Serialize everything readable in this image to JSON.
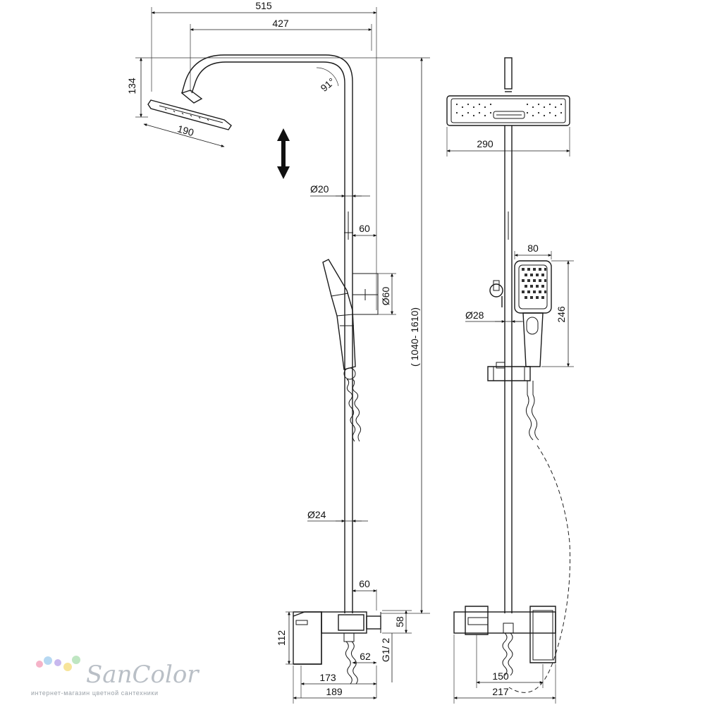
{
  "dimensions": {
    "side_total_width": "515",
    "arm_length": "427",
    "head_height": "134",
    "head_diameter": "190",
    "arm_angle": "91°",
    "pipe_diameter_top": "Ø20",
    "wall_offset_top": "60",
    "bracket_diameter": "Ø60",
    "height_range": "( 1040- 1610)",
    "pipe_diameter_bottom": "Ø24",
    "wall_offset_bottom": "60",
    "mixer_depth": "58",
    "mixer_height": "112",
    "spout_offset": "62",
    "thread": "G1/ 2",
    "mixer_depth_total": "173",
    "mixer_depth_outer": "189",
    "front_head_width": "290",
    "hand_shower_width": "80",
    "hand_shower_length": "246",
    "holder_diameter": "Ø28",
    "inlet_spacing": "150",
    "mixer_width": "217"
  },
  "brand": {
    "name": "SanColor",
    "tagline": "интернет-магазин цветной сантехники",
    "dot_colors": [
      "#f5b3c8",
      "#b6d8f2",
      "#c8b8ee",
      "#f7e49a",
      "#bfe6c2"
    ]
  }
}
